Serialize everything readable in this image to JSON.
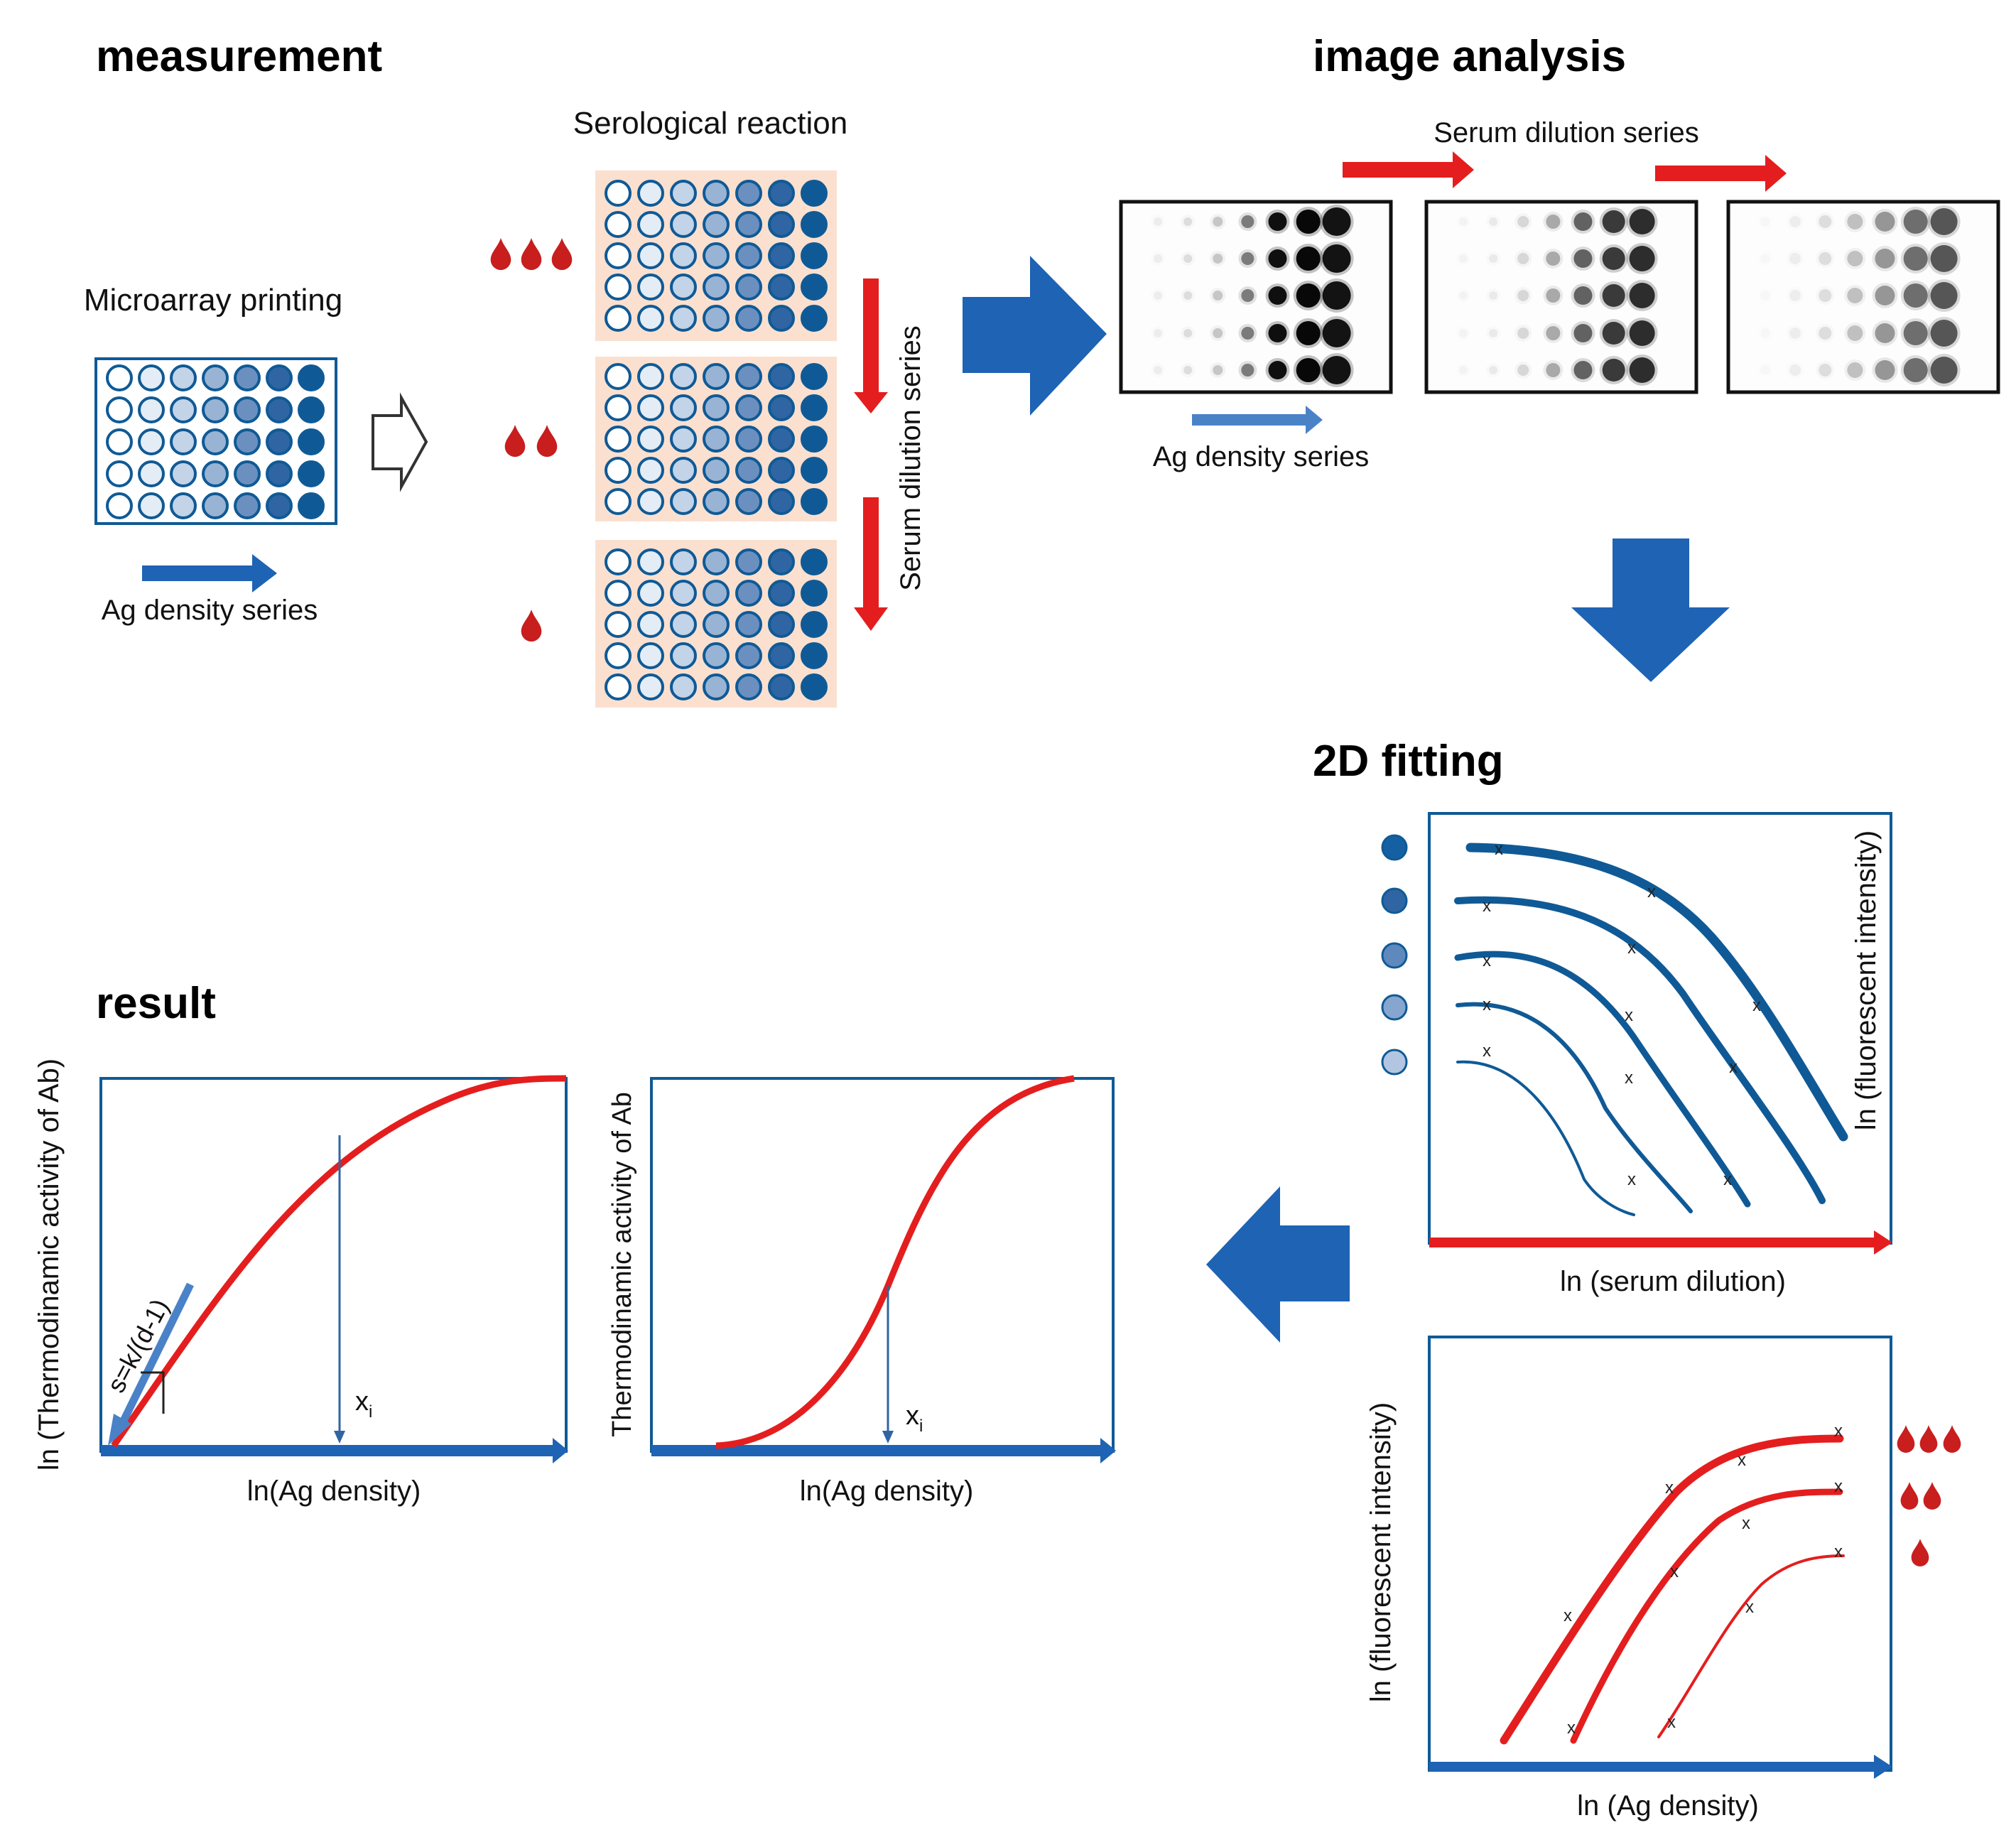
{
  "sections": {
    "measurement": "measurement",
    "image_analysis": "image analysis",
    "fitting": "2D fitting",
    "result": "result"
  },
  "labels": {
    "microarray_printing": "Microarray printing",
    "ag_density_series": "Ag density series",
    "serological_reaction": "Serological reaction",
    "serum_dilution_series": "Serum dilution series",
    "ag_density_series_scan": "Ag density series",
    "serum_dilution_series_scan": "Serum dilution series"
  },
  "plots": {
    "fit_top": {
      "ylabel": "ln (fluorescent intensity)",
      "xlabel": "ln (serum dilution)"
    },
    "fit_bottom": {
      "ylabel": "ln (fluorescent intensity)",
      "xlabel": "ln (Ag density)"
    },
    "result_left": {
      "ylabel": "ln (Thermodinamic activity of Ab)",
      "xlabel": "ln(Ag density)",
      "slope_label": "s=k/(d-1)",
      "xi_label": "x",
      "xi_sub": "i"
    },
    "result_right": {
      "ylabel": "Thermodinamic activity of Ab",
      "xlabel": "ln(Ag density)",
      "xi_label": "x",
      "xi_sub": "i"
    }
  },
  "markers": {
    "cross": "x"
  },
  "colors": {
    "blue_dark": "#0f5a96",
    "blue_arrow": "#1e63b4",
    "red": "#e41e1e",
    "drop_red": "#c81e1e",
    "plate_bg": "#fbe0d0",
    "well_shades": [
      "#ffffff",
      "#e4ecf5",
      "#c3d3e8",
      "#98b3d4",
      "#6b90bf",
      "#2f65a3",
      "#0f5a96"
    ]
  }
}
